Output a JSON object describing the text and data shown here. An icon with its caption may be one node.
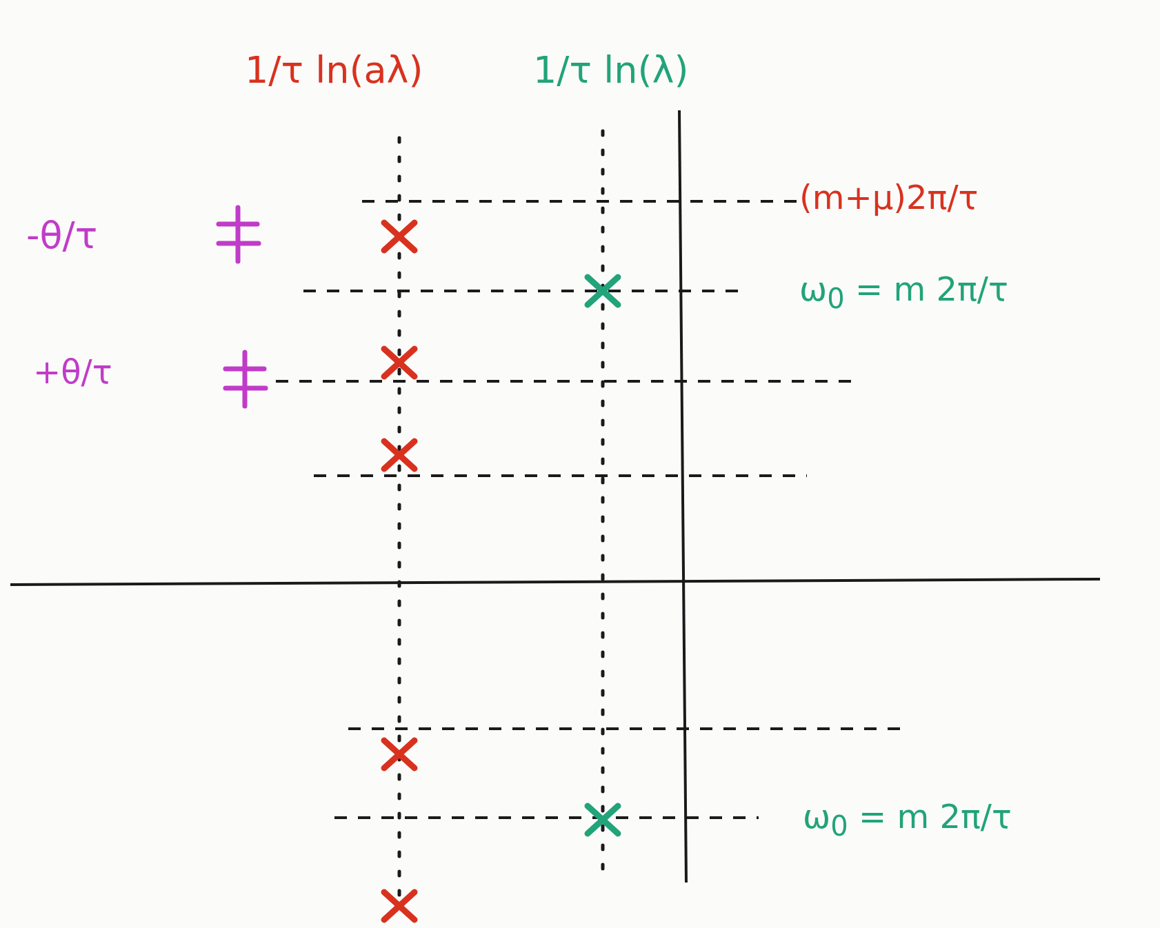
{
  "diagram": {
    "labels": [
      "1/τ ln(aλ)",
      "1/τ ln(λ)",
      "-θ/τ",
      "(m+μ)2π/τ",
      "ω$_{0}$ = m 2π/τ",
      "+θ/τ",
      "ω$_{0}$ = m 2π/τ"
    ]
  }
}
